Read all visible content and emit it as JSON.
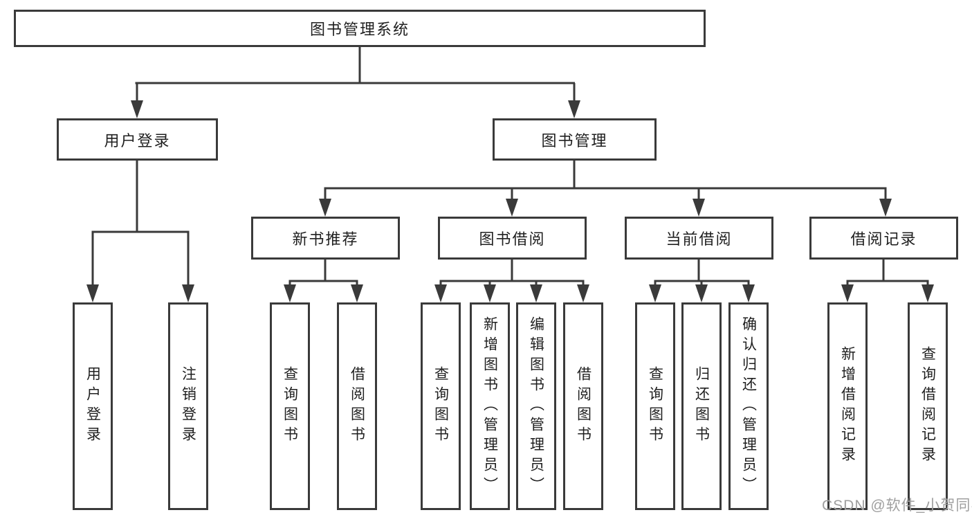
{
  "diagram": {
    "root": {
      "label": "图书管理系统"
    },
    "level2": [
      {
        "label": "用户登录"
      },
      {
        "label": "图书管理"
      }
    ],
    "level3": [
      {
        "label": "新书推荐"
      },
      {
        "label": "图书借阅"
      },
      {
        "label": "当前借阅"
      },
      {
        "label": "借阅记录"
      }
    ],
    "leaves": [
      {
        "label": "用户登录"
      },
      {
        "label": "注销登录"
      },
      {
        "label": "查询图书"
      },
      {
        "label": "借阅图书"
      },
      {
        "label": "查询图书"
      },
      {
        "label": "新增图书（管理员）"
      },
      {
        "label": "编辑图书（管理员）"
      },
      {
        "label": "借阅图书"
      },
      {
        "label": "查询图书"
      },
      {
        "label": "归还图书"
      },
      {
        "label": "确认归还（管理员）"
      },
      {
        "label": "新增借阅记录"
      },
      {
        "label": "查询借阅记录"
      }
    ]
  },
  "watermark": {
    "text": "CSDN @软件_小贺同学"
  },
  "colors": {
    "line": "#3a3a3a",
    "text": "#1f1f1f",
    "watermark": "#9f9f9f",
    "background": "#ffffff"
  }
}
